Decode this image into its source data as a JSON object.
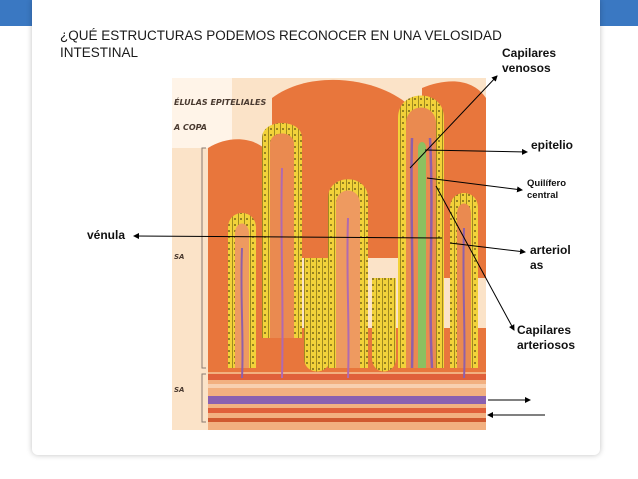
{
  "slide": {
    "title": "¿QUÉ ESTRUCTURAS PODEMOS RECONOCER EN UNA VELOSIDAD INTESTINAL"
  },
  "diagram": {
    "inner_labels": {
      "epithelial": "ÉLULAS EPITELIALES",
      "goblet": "A COPA",
      "sa1": "SA",
      "sa2": "SA"
    }
  },
  "labels": {
    "capilares_venosos": "Capilares venosos",
    "epitelio": "epitelio",
    "quilifero": "Quilífero central",
    "venula": "vénula",
    "arteriolas": "arteriol as",
    "capilares_arteriosos": "Capilares arteriosos"
  },
  "colors": {
    "header": "#3a78c2",
    "villus_fill": "#e8763c",
    "epithelium": "#f2d23a",
    "lacteal": "#8cc060",
    "vessel": "#9060a8"
  }
}
